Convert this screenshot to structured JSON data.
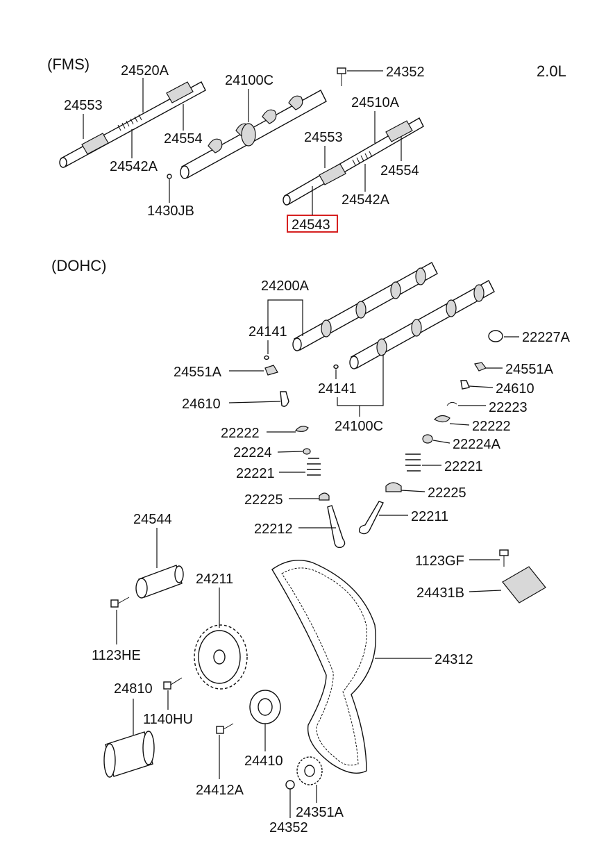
{
  "diagram": {
    "sections": {
      "fms": "(FMS)",
      "dohc": "(DOHC)",
      "engine": "2.0L"
    },
    "highlight_color": "#d62020",
    "parts": {
      "p24520A": "24520A",
      "p24553_fms": "24553",
      "p24554_fms": "24554",
      "p24542A_fms": "24542A",
      "p24100C_fms": "24100C",
      "p1430JB": "1430JB",
      "p24352_top": "24352",
      "p24510A": "24510A",
      "p24553_b": "24553",
      "p24554_b": "24554",
      "p24542A_b": "24542A",
      "p24543": "24543",
      "p24200A": "24200A",
      "p24141_a": "24141",
      "p24551A_l": "24551A",
      "p24610_l": "24610",
      "p24141_b": "24141",
      "p24100C_d": "24100C",
      "p22227A": "22227A",
      "p24551A_r": "24551A",
      "p24610_r": "24610",
      "p22223": "22223",
      "p22222_l": "22222",
      "p22222_r": "22222",
      "p22224": "22224",
      "p22224A": "22224A",
      "p22221_l": "22221",
      "p22221_r": "22221",
      "p22225_l": "22225",
      "p22225_r": "22225",
      "p22212": "22212",
      "p22211": "22211",
      "p24544": "24544",
      "p1123GF": "1123GF",
      "p24431B": "24431B",
      "p24211": "24211",
      "p1123HE": "1123HE",
      "p24312": "24312",
      "p24810": "24810",
      "p1140HU": "1140HU",
      "p24410": "24410",
      "p24412A": "24412A",
      "p24351A": "24351A",
      "p24352_bot": "24352"
    }
  }
}
